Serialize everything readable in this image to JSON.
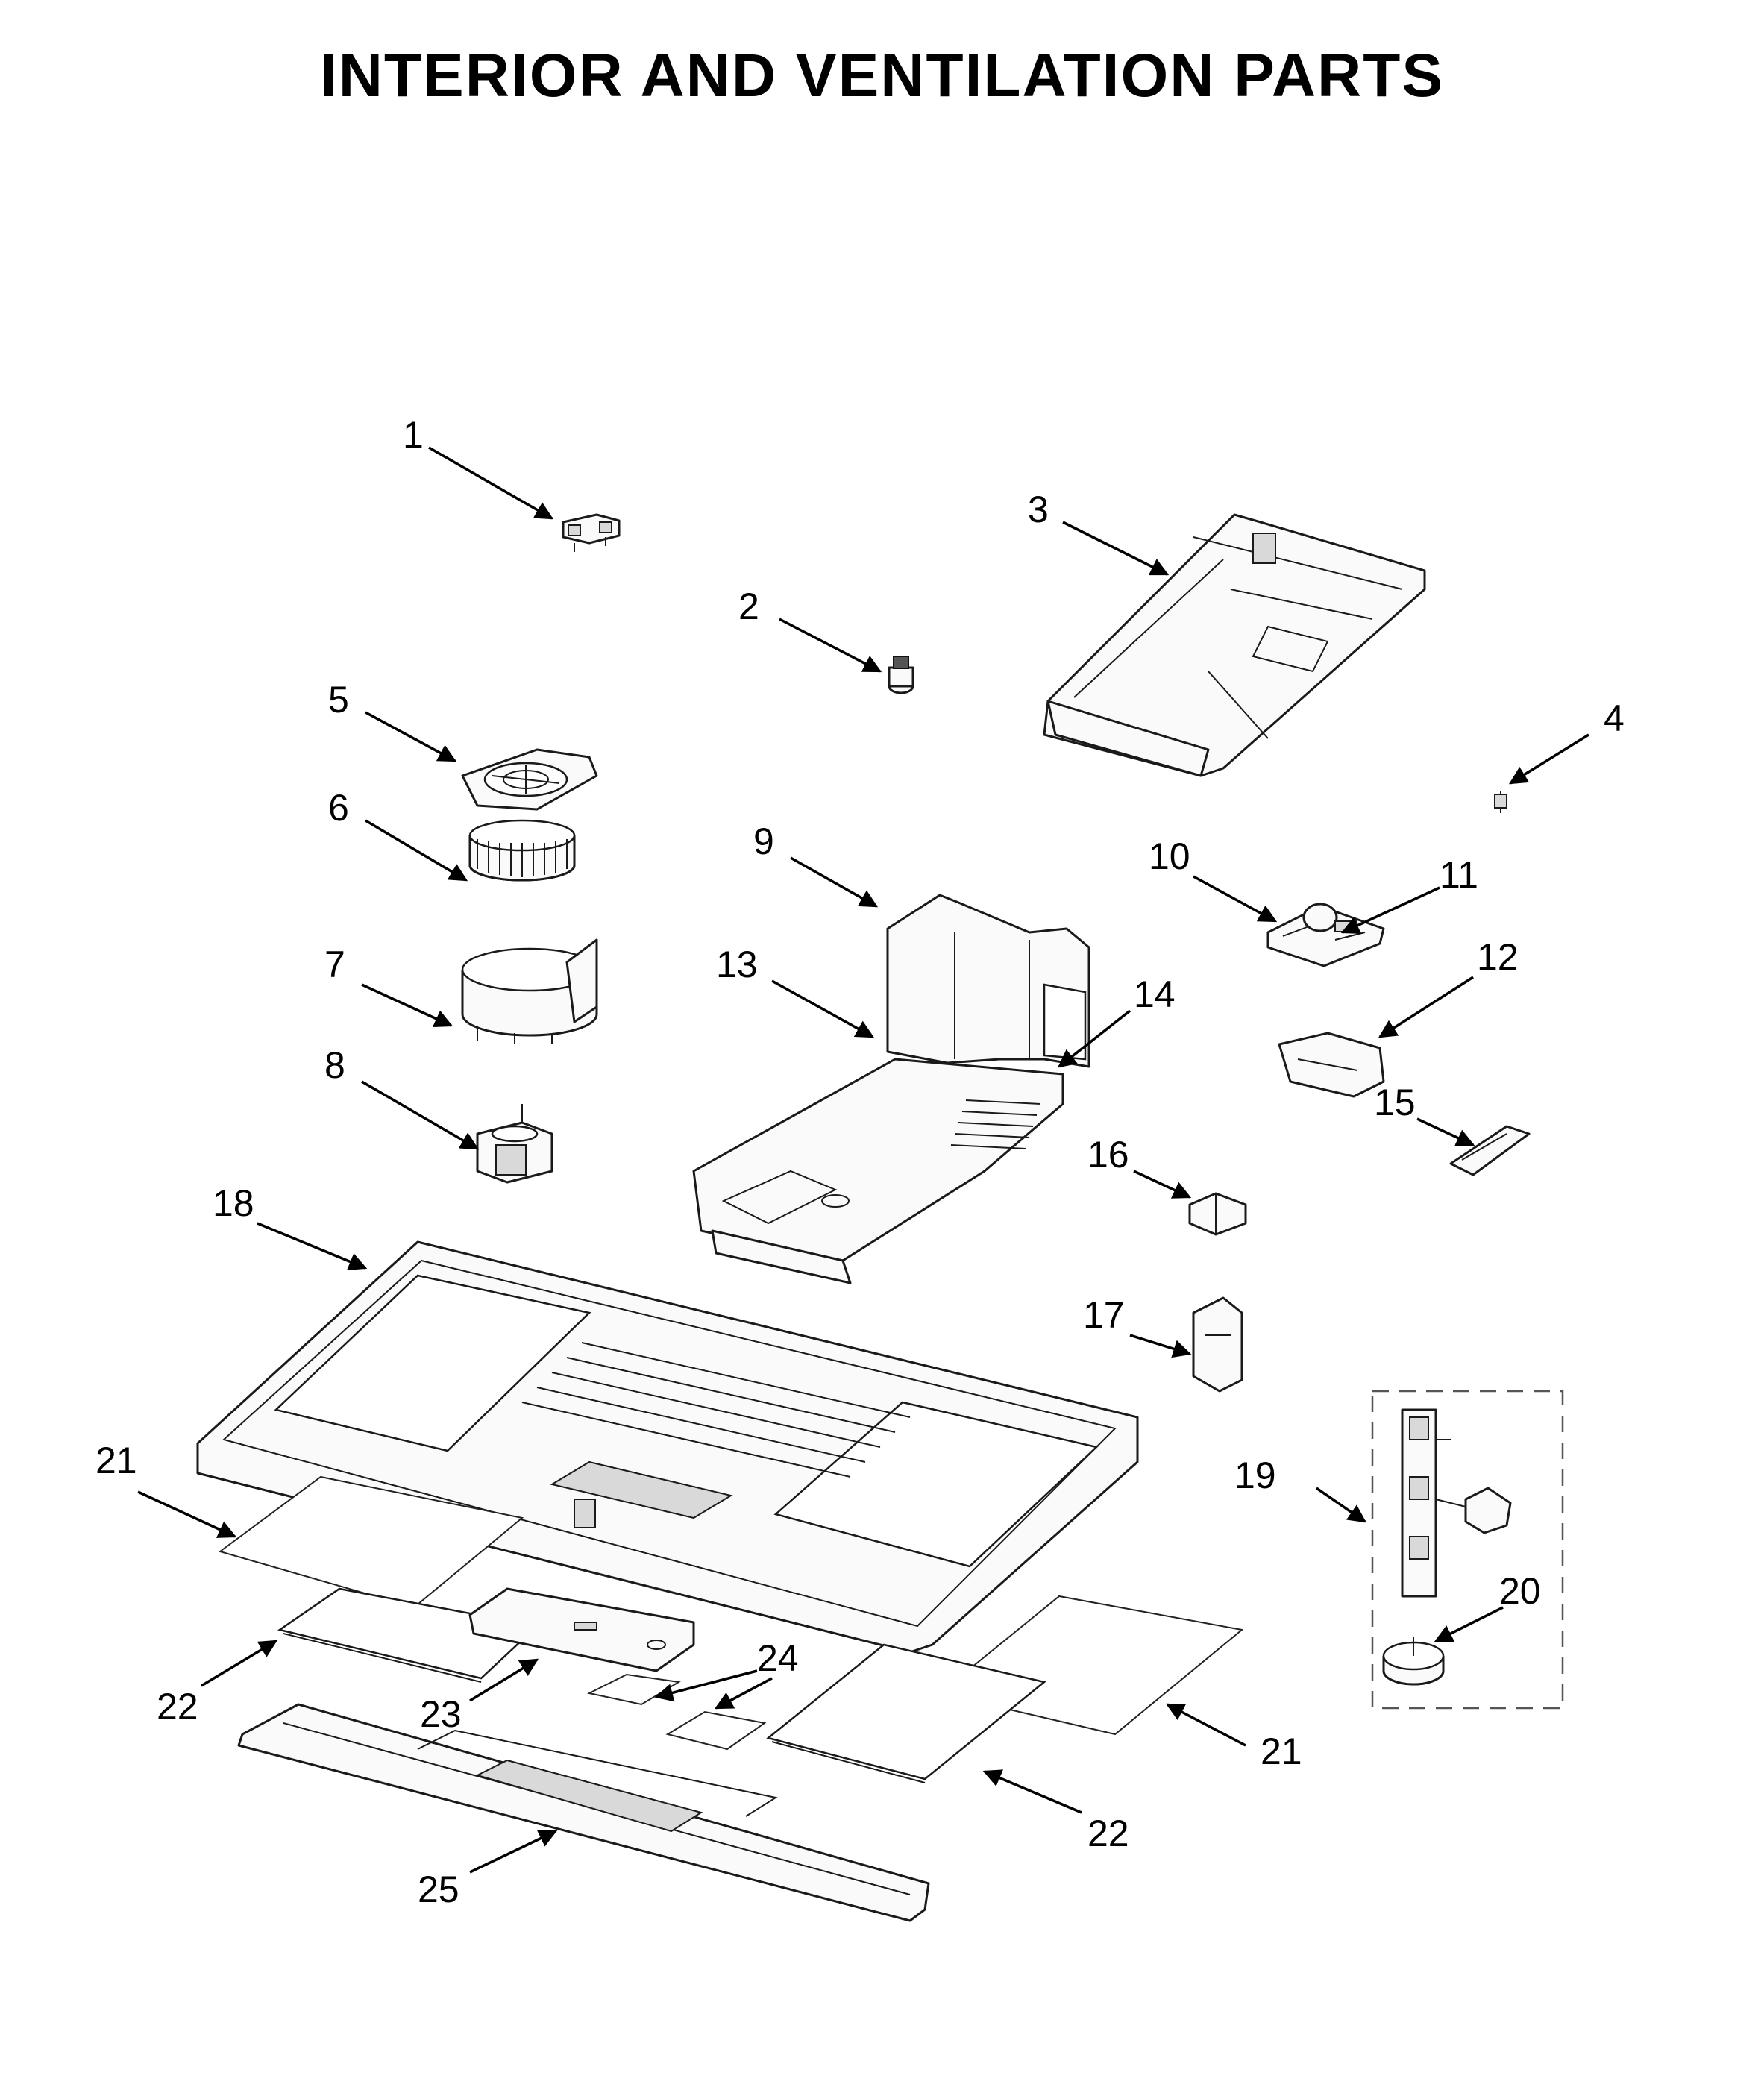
{
  "title": "INTERIOR AND VENTILATION PARTS",
  "callouts": [
    {
      "id": "c1",
      "label": "1"
    },
    {
      "id": "c2",
      "label": "2"
    },
    {
      "id": "c3",
      "label": "3"
    },
    {
      "id": "c4",
      "label": "4"
    },
    {
      "id": "c5",
      "label": "5"
    },
    {
      "id": "c6",
      "label": "6"
    },
    {
      "id": "c7",
      "label": "7"
    },
    {
      "id": "c8",
      "label": "8"
    },
    {
      "id": "c9",
      "label": "9"
    },
    {
      "id": "c10",
      "label": "10"
    },
    {
      "id": "c11",
      "label": "11"
    },
    {
      "id": "c12",
      "label": "12"
    },
    {
      "id": "c13",
      "label": "13"
    },
    {
      "id": "c14",
      "label": "14"
    },
    {
      "id": "c15",
      "label": "15"
    },
    {
      "id": "c16",
      "label": "16"
    },
    {
      "id": "c17",
      "label": "17"
    },
    {
      "id": "c18",
      "label": "18"
    },
    {
      "id": "c19",
      "label": "19"
    },
    {
      "id": "c20",
      "label": "20"
    },
    {
      "id": "c21a",
      "label": "21"
    },
    {
      "id": "c21b",
      "label": "21"
    },
    {
      "id": "c22a",
      "label": "22"
    },
    {
      "id": "c22b",
      "label": "22"
    },
    {
      "id": "c23",
      "label": "23"
    },
    {
      "id": "c24",
      "label": "24"
    },
    {
      "id": "c25",
      "label": "25"
    }
  ]
}
